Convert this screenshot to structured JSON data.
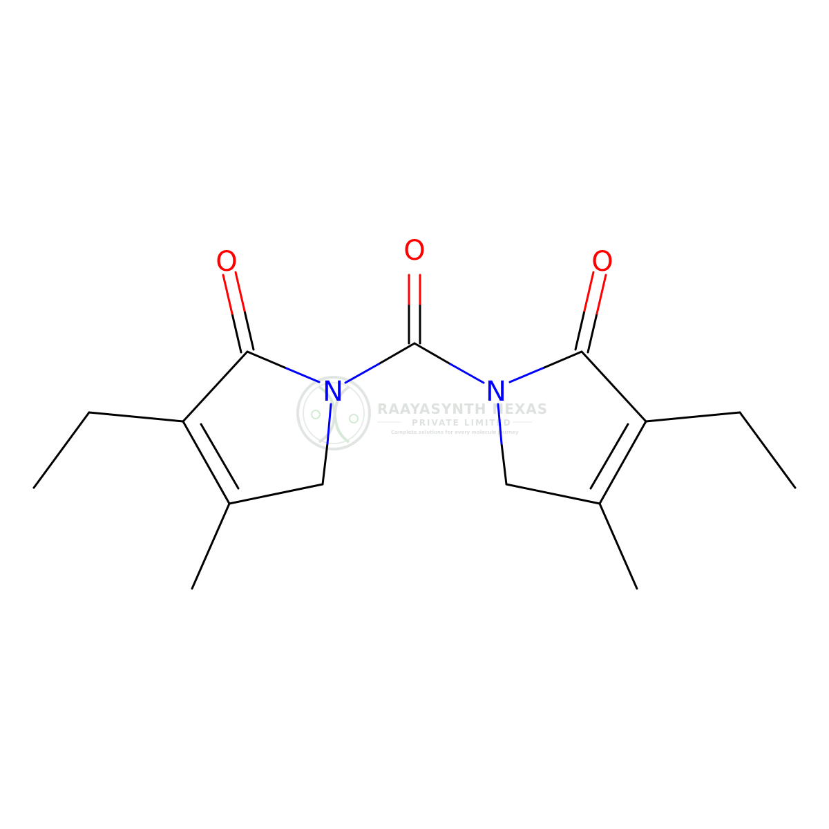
{
  "watermark": {
    "title": "RAAYASYNTH NEXAS",
    "subtitle": "PRIVATE LIMITED",
    "tagline": "Complete solutions for every molecule journey"
  },
  "atoms": {
    "o_left": "O",
    "o_center": "O",
    "o_right": "O",
    "n_left": "N",
    "n_right": "N"
  },
  "colors": {
    "bond": "#000000",
    "nitrogen": "#0000ff",
    "oxygen": "#ff0000",
    "watermark": "#c8d2c8"
  }
}
